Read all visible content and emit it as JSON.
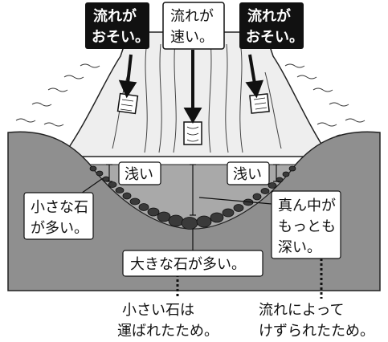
{
  "labels": {
    "left_speed": [
      "流れが",
      "おそい。"
    ],
    "center_speed": [
      "流れが",
      "速い。"
    ],
    "right_speed": [
      "流れが",
      "おそい。"
    ],
    "shallow_left": "浅い",
    "shallow_right": "浅い",
    "small_stones": [
      "小さな石",
      "が多い。"
    ],
    "deepest": [
      "真ん中が",
      "もっとも",
      "深い。"
    ],
    "large_stones": "大きな石が多い。",
    "reason_left": [
      "小さい石は",
      "運ばれたため。"
    ],
    "reason_right": [
      "流れによって",
      "けずられたため。"
    ]
  },
  "colors": {
    "bank": "#8f8f8f",
    "water": "#e6e6e6",
    "channel_water": "#a9a9a9",
    "stone": "#3a3a3a",
    "label_dark_bg": "#111111"
  }
}
